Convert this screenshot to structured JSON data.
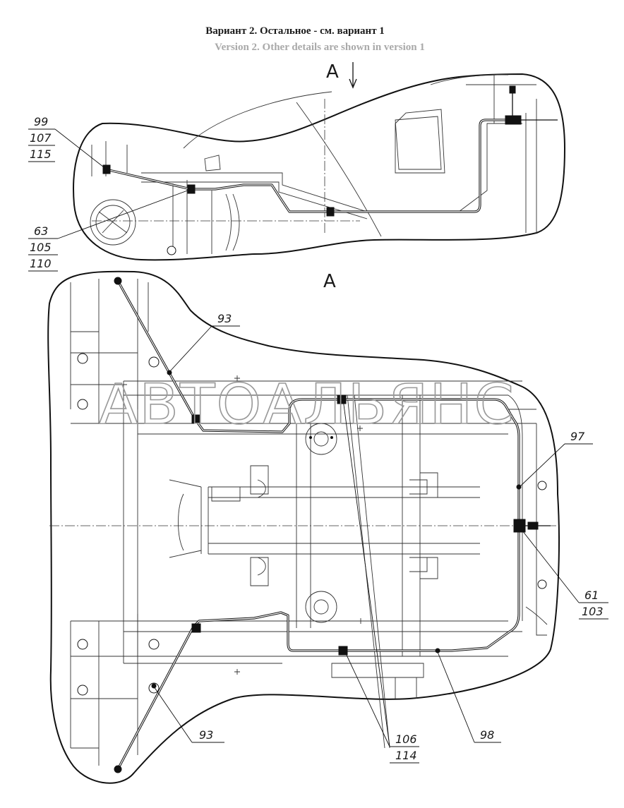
{
  "header": {
    "title_ru": "Вариант 2. Остальное - см. вариант 1",
    "title_en": "Version 2. Other details are shown in version 1"
  },
  "views": {
    "arrow_label": "A",
    "section_label": "A"
  },
  "watermark": "АВТОАЛЬЯНС",
  "callouts": {
    "c99_107_115": [
      "99",
      "107",
      "115"
    ],
    "c63_105_110": [
      "63",
      "105",
      "110"
    ],
    "c93_top": "93",
    "c97": "97",
    "c61_103": [
      "61",
      "103"
    ],
    "c93_bottom": "93",
    "c106_114": [
      "106",
      "114"
    ],
    "c98": "98"
  }
}
